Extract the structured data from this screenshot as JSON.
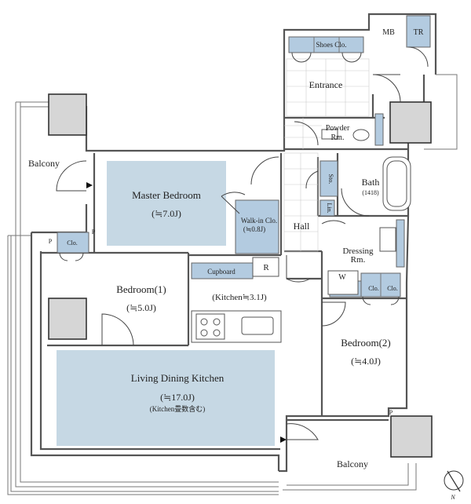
{
  "rooms": {
    "balcony_top": "Balcony",
    "master_bedroom": "Master Bedroom",
    "master_bedroom_size": "(≒7.0J)",
    "walk_in_closet": "Walk-in Clo.",
    "walk_in_closet_size": "(≒0.8J)",
    "bedroom1": "Bedroom(1)",
    "bedroom1_size": "(≒5.0J)",
    "kitchen_size": "(Kitchen≒3.1J)",
    "cupboard": "Cupboard",
    "refrigerator": "R",
    "ldk": "Living Dining Kitchen",
    "ldk_size": "(≒17.0J)",
    "ldk_note": "(Kitchen畳数含む)",
    "entrance": "Entrance",
    "shoes_closet": "Shoes Clo.",
    "mb": "MB",
    "tr": "TR",
    "powder_room_1": "Powder",
    "powder_room_2": "Rm.",
    "bath": "Bath",
    "bath_size": "(1418)",
    "storage": "Sto.",
    "linen": "Lin.",
    "hall": "Hall",
    "dressing_room_1": "Dressing",
    "dressing_room_2": "Rm.",
    "washer": "W",
    "closet_a": "Clo.",
    "closet_b": "Clo.",
    "closet_c": "Clo.",
    "bedroom2": "Bedroom(2)",
    "bedroom2_size": "(≒4.0J)",
    "balcony_bottom": "Balcony",
    "p_left": "P",
    "p_right": "P",
    "p_bottom": "P"
  },
  "compass": {
    "north_label": "N"
  },
  "colors": {
    "room_fill": "#c6d8e4",
    "storage_fill": "#b3cbe0",
    "wall": "#555555"
  }
}
